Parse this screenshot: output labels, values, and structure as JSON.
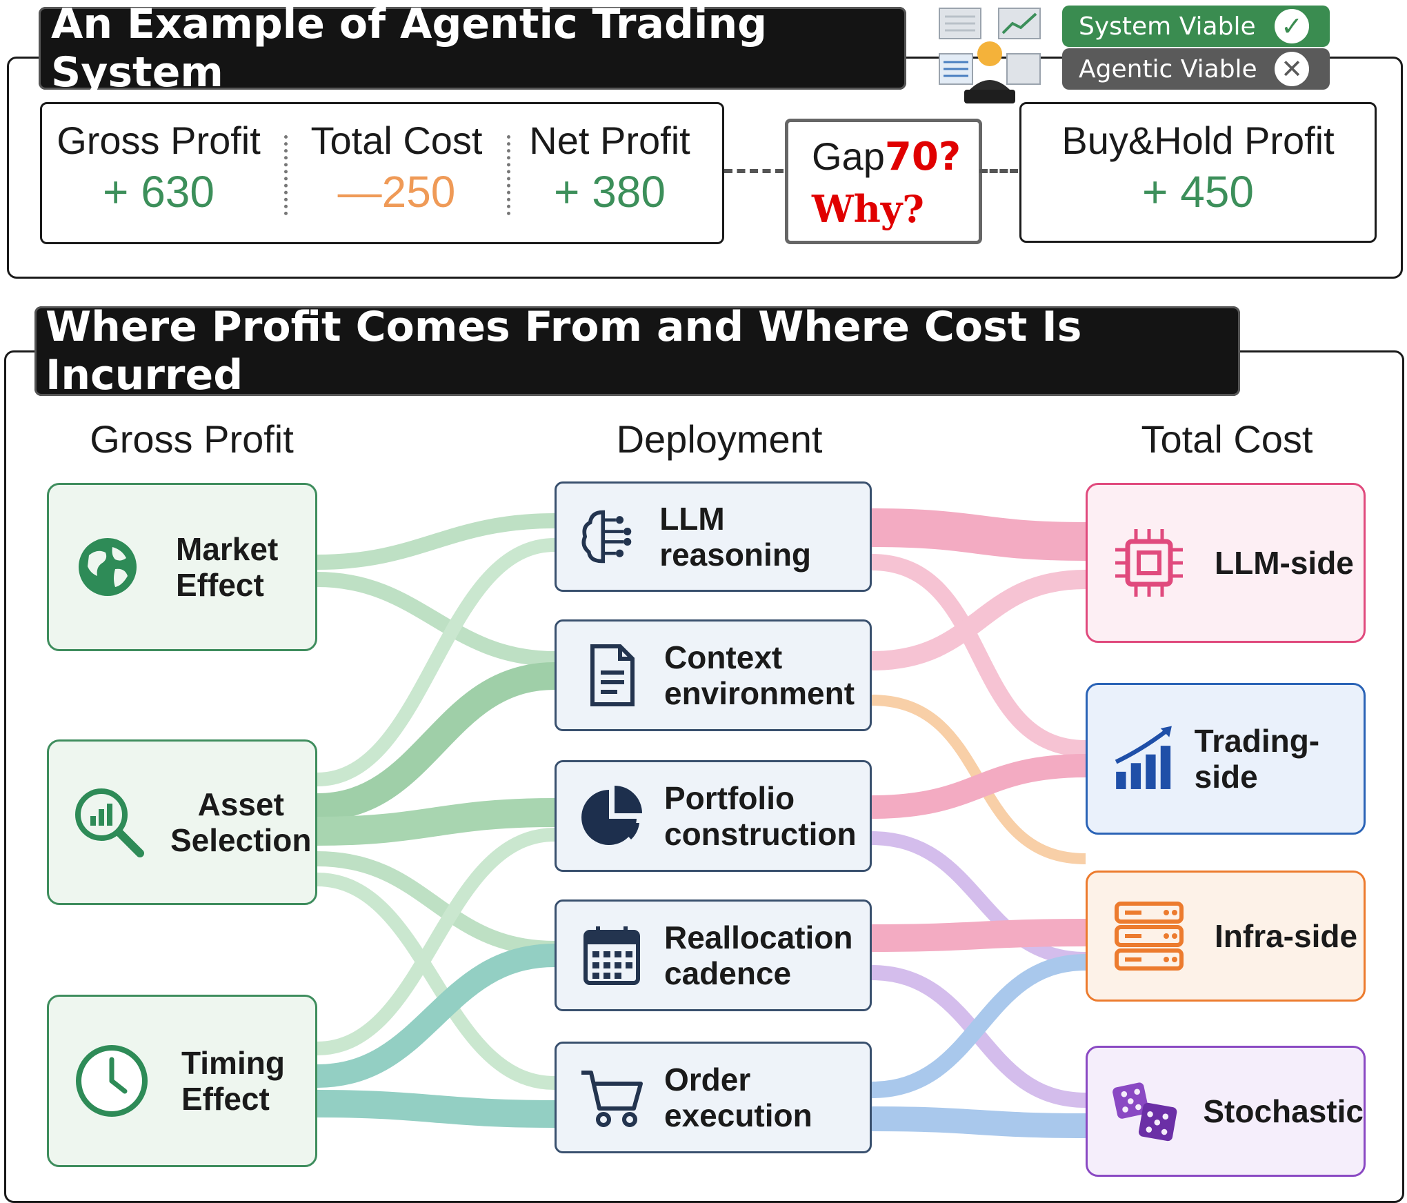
{
  "top": {
    "title": "An Example of Agentic Trading System",
    "gross_profit": {
      "label": "Gross Profit",
      "value": "+ 630"
    },
    "total_cost": {
      "label": "Total Cost",
      "value": "—250"
    },
    "net_profit": {
      "label": "Net Profit",
      "value": "+ 380"
    },
    "gap": {
      "prefix": "Gap",
      "number": "70?",
      "why": "Why?"
    },
    "buy_hold": {
      "label": "Buy&Hold Profit",
      "value": "+ 450"
    },
    "system_viable": {
      "label": "System Viable",
      "icon": "check-icon"
    },
    "agentic_viable": {
      "label": "Agentic  Viable",
      "icon": "x-icon"
    },
    "colors": {
      "positive": "#3c8f5a",
      "negative": "#ef9a57",
      "alert": "#e00000",
      "viable": "#3a8c50",
      "not_viable": "#5a5a5a"
    }
  },
  "bottom": {
    "title": "Where Profit Comes From and Where Cost Is Incurred",
    "headers": {
      "gross": "Gross Profit",
      "deploy": "Deployment",
      "cost": "Total Cost"
    },
    "sources": [
      {
        "id": "market",
        "line1": "Market",
        "line2": "Effect",
        "icon": "globe-icon"
      },
      {
        "id": "asset",
        "line1": "Asset",
        "line2": "Selection",
        "icon": "magnifier-chart-icon"
      },
      {
        "id": "timing",
        "line1": "Timing",
        "line2": "Effect",
        "icon": "clock-icon"
      }
    ],
    "deployment": [
      {
        "id": "llm",
        "line1": "LLM reasoning",
        "line2": "",
        "icon": "brain-circuit-icon"
      },
      {
        "id": "context",
        "line1": "Context",
        "line2": "environment",
        "icon": "document-icon"
      },
      {
        "id": "portfolio",
        "line1": "Portfolio",
        "line2": "construction",
        "icon": "pie-chart-icon"
      },
      {
        "id": "realloc",
        "line1": "Reallocation",
        "line2": "cadence",
        "icon": "calendar-icon"
      },
      {
        "id": "order",
        "line1": "Order",
        "line2": "execution",
        "icon": "cart-icon"
      }
    ],
    "costs": [
      {
        "id": "llmside",
        "label": "LLM-side",
        "icon": "chip-icon",
        "color": "#e04a7d"
      },
      {
        "id": "trading",
        "label": "Trading-side",
        "icon": "bar-growth-icon",
        "color": "#2a63b6"
      },
      {
        "id": "infra",
        "label": "Infra-side",
        "icon": "server-icon",
        "color": "#ec7b2e"
      },
      {
        "id": "stochastic",
        "label": "Stochastic",
        "icon": "dice-icon",
        "color": "#8a49c3"
      }
    ],
    "colors": {
      "green_flow": "#8fc79a",
      "teal_flow": "#6fbfb0",
      "pink_flow": "#ef8fae",
      "orange_flow": "#f6c08a",
      "purple_flow": "#c6a7e6",
      "blue_flow": "#8db6e6"
    }
  }
}
